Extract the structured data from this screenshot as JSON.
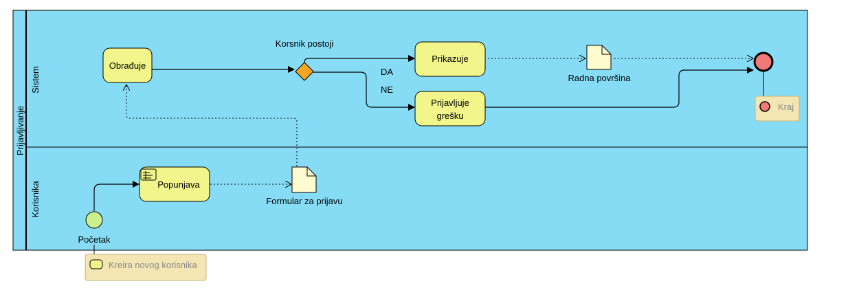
{
  "pool": {
    "label": "Prijavljivanje"
  },
  "lanes": [
    {
      "label": "Sistem"
    },
    {
      "label": "Korisnika"
    }
  ],
  "events": {
    "start": {
      "label": "Početak"
    },
    "end": {
      "label": "Kraj"
    }
  },
  "tasks": {
    "obraduje": "Obrađuje",
    "prikazuje": "Prikazuje",
    "prijavljuje_line1": "Prijavljuje",
    "prijavljuje_line2": "grešku",
    "popunjava": "Popunjava"
  },
  "gateway": {
    "label": "Korsnik postoji"
  },
  "flow_labels": {
    "yes": "DA",
    "no": "NE"
  },
  "documents": {
    "radna_povrsina": "Radna površina",
    "formular": "Formular za prijavu"
  },
  "annotations": {
    "kreira": "Kreira novog korisnika",
    "kraj": "Kraj"
  },
  "colors": {
    "lane_fill": "#87dcf5",
    "task_fill": "#f1f58a",
    "start_fill": "#c9f08a",
    "end_fill": "#f07a7a",
    "gateway_fill": "#f5a623",
    "annotation_fill": "#f3e6b3",
    "document_fill": "#fffbd0"
  }
}
